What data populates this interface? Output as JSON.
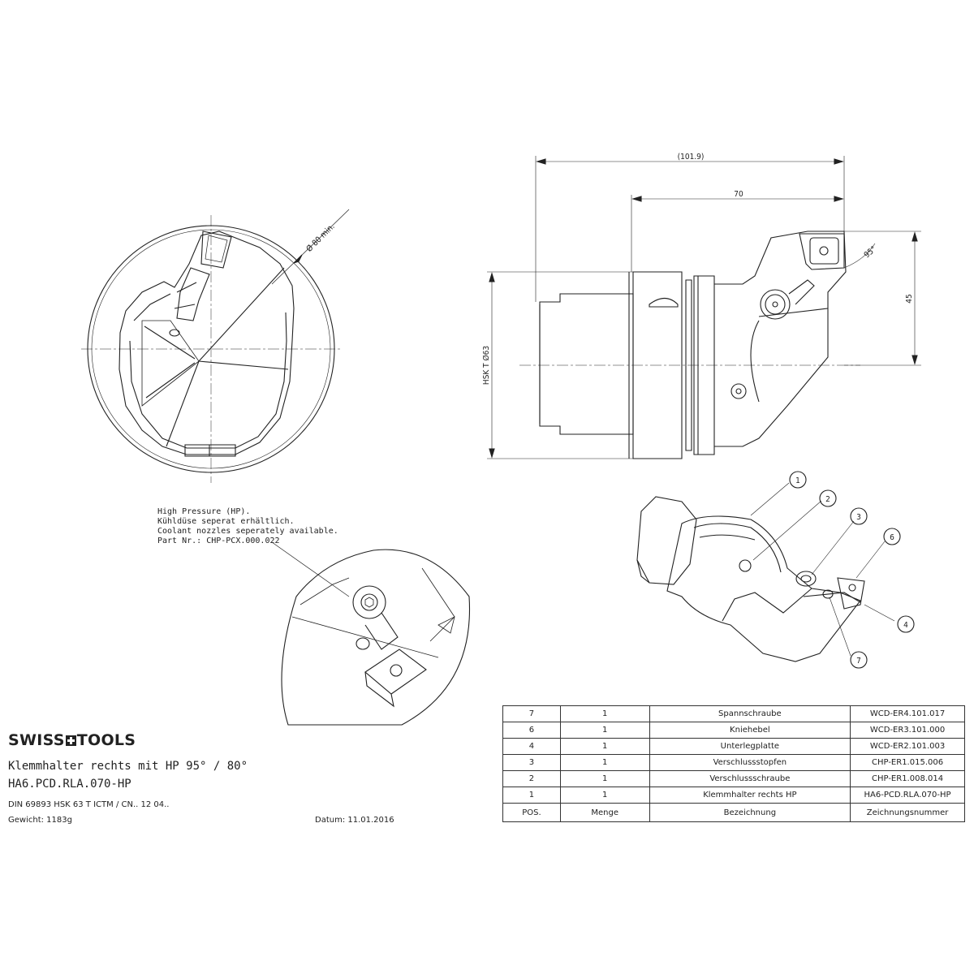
{
  "dimensions": {
    "overall_length": "(101.9)",
    "length": "70",
    "height": "45",
    "angle": "95°",
    "shank": "HSK T Ø63",
    "min_diameter": "Ø 80 min."
  },
  "callouts": [
    "1",
    "2",
    "3",
    "4",
    "6",
    "7"
  ],
  "hp_note": {
    "line1": "High Pressure (HP).",
    "line2": "Kühldüse seperat erhältlich.",
    "line3": "Coolant nozzles seperately available.",
    "line4": "Part Nr.: CHP-PCX.000.022"
  },
  "title_block": {
    "brand_left": "SWISS",
    "brand_right": "TOOLS",
    "title": "Klemmhalter rechts mit HP 95° / 80°",
    "part_number": "HA6.PCD.RLA.070-HP",
    "standard": "DIN 69893 HSK 63 T ICTM / CN.. 12 04..",
    "weight": "Gewicht: 1183g",
    "date": "Datum: 11.01.2016"
  },
  "parts_table": {
    "rows": [
      {
        "pos": "7",
        "qty": "1",
        "name": "Spannschraube",
        "number": "WCD-ER4.101.017"
      },
      {
        "pos": "6",
        "qty": "1",
        "name": "Kniehebel",
        "number": "WCD-ER3.101.000"
      },
      {
        "pos": "4",
        "qty": "1",
        "name": "Unterlegplatte",
        "number": "WCD-ER2.101.003"
      },
      {
        "pos": "3",
        "qty": "1",
        "name": "Verschlussstopfen",
        "number": "CHP-ER1.015.006"
      },
      {
        "pos": "2",
        "qty": "1",
        "name": "Verschlussschraube",
        "number": "CHP-ER1.008.014"
      },
      {
        "pos": "1",
        "qty": "1",
        "name": "Klemmhalter rechts HP",
        "number": "HA6-PCD.RLA.070-HP"
      }
    ],
    "header": {
      "pos": "POS.",
      "qty": "Menge",
      "name": "Bezeichnung",
      "number": "Zeichnungsnummer"
    }
  }
}
